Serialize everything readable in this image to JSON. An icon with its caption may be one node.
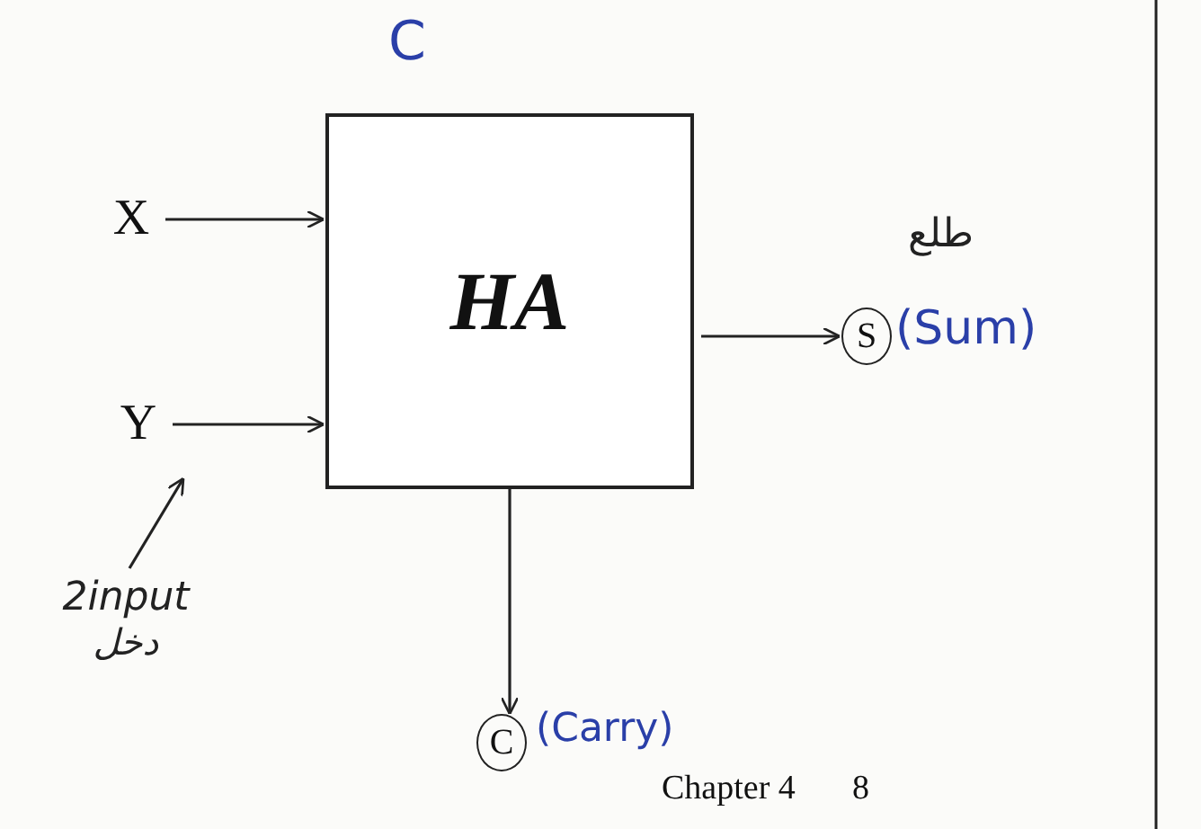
{
  "diagram": {
    "nodes": [
      {
        "text": [
          "X"
        ]
      },
      {
        "text": [
          "Y"
        ]
      },
      {
        "text": [
          "HA"
        ]
      },
      {
        "text": [
          "S"
        ],
        "beside": [
          "طلع",
          "(Sum)"
        ]
      },
      {
        "text": [
          "C"
        ],
        "beside": [
          "(Carry)"
        ]
      },
      {
        "text": [
          "2input",
          "دخل"
        ]
      }
    ],
    "edges": [
      {
        "from": 0,
        "to": 2,
        "arrow": "to"
      },
      {
        "from": 1,
        "to": 2,
        "arrow": "to"
      },
      {
        "from": 2,
        "to": 3,
        "arrow": "to"
      },
      {
        "from": 2,
        "to": 4,
        "arrow": "to"
      },
      {
        "from": 5,
        "to": 1,
        "arrow": "to"
      }
    ],
    "labels": [
      "C",
      "Chapter 4",
      "8"
    ]
  }
}
